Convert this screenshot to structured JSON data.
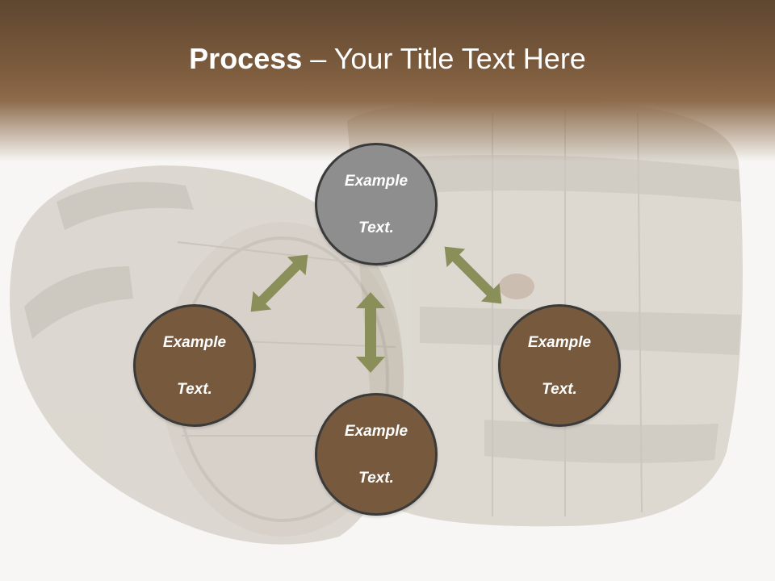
{
  "slide": {
    "title_bold": "Process",
    "title_rest": " – Your Title Text Here"
  },
  "nodes": {
    "top": {
      "line1": "Example",
      "line2": "Text."
    },
    "left": {
      "line1": "Example",
      "line2": "Text."
    },
    "right": {
      "line1": "Example",
      "line2": "Text."
    },
    "bottom": {
      "line1": "Example",
      "line2": "Text."
    }
  },
  "colors": {
    "header": "#7a5a3c",
    "node_fill": "#775a3e",
    "node_top_fill": "#8e8e8e",
    "arrow": "#8a8f5a"
  }
}
